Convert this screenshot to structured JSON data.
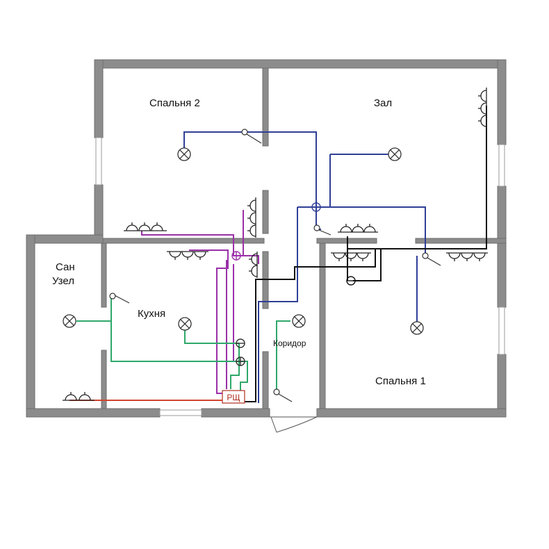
{
  "rooms": {
    "bedroom2": "Спальня 2",
    "hall": "Зал",
    "bathroom_line1": "Сан",
    "bathroom_line2": "Узел",
    "kitchen": "Кухня",
    "corridor": "Коридор",
    "bedroom1": "Спальня 1"
  },
  "panel": {
    "label": "РЩ"
  },
  "colors": {
    "wall": "#8c8c8c",
    "wire_blue": "#2f3f96",
    "wire_purple": "#9a2fa8",
    "wire_green": "#2ea86a",
    "wire_black": "#111111",
    "wire_red": "#d0442c",
    "panel_text": "#b03020"
  },
  "symbols": {
    "lamp": "lamp-icon",
    "switch": "switch-icon",
    "socket": "socket-icon",
    "junction_box": "junction-box-icon",
    "panel": "electrical-panel-icon"
  }
}
